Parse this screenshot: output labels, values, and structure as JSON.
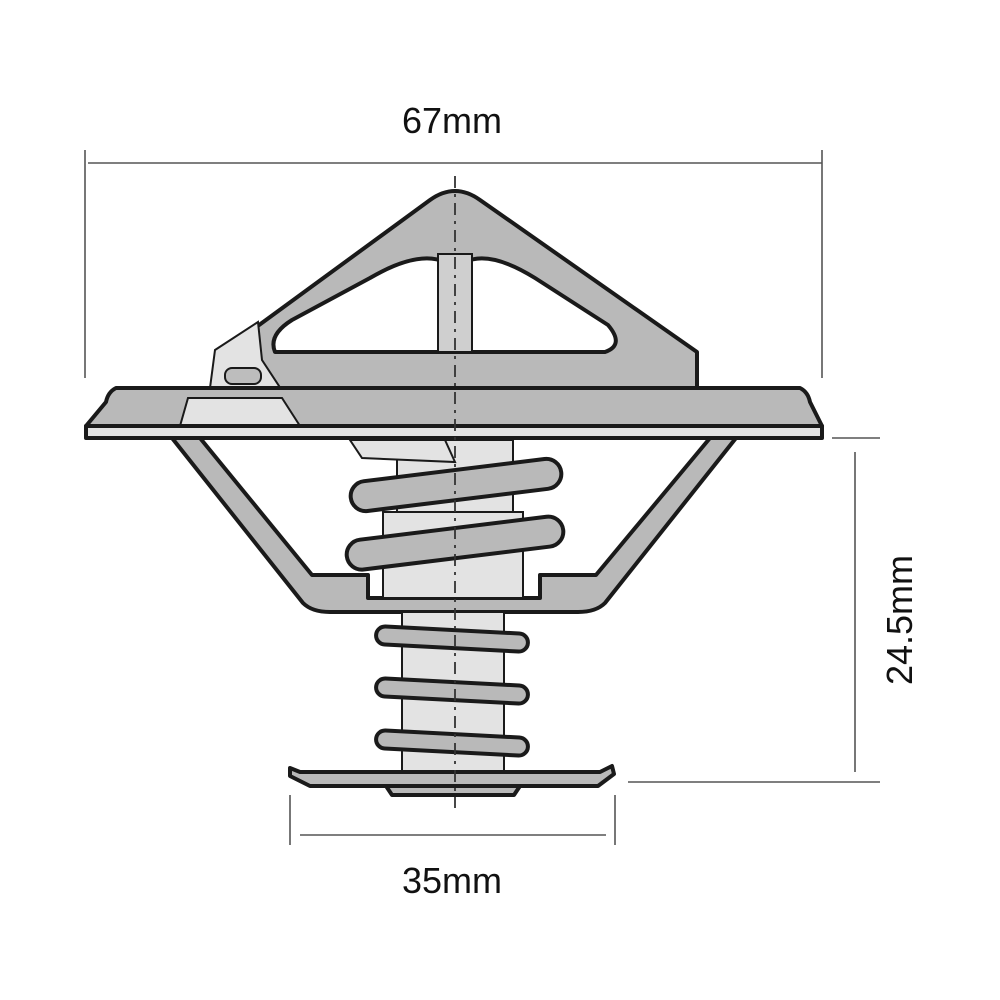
{
  "dimensions": {
    "overall_width": "67mm",
    "height": "24.5mm",
    "valve_width": "35mm"
  },
  "colors": {
    "metal_fill": "#b9b9b9",
    "light_fill": "#e3e3e3",
    "outline": "#1a1a1a",
    "dimension_line": "#555555"
  }
}
